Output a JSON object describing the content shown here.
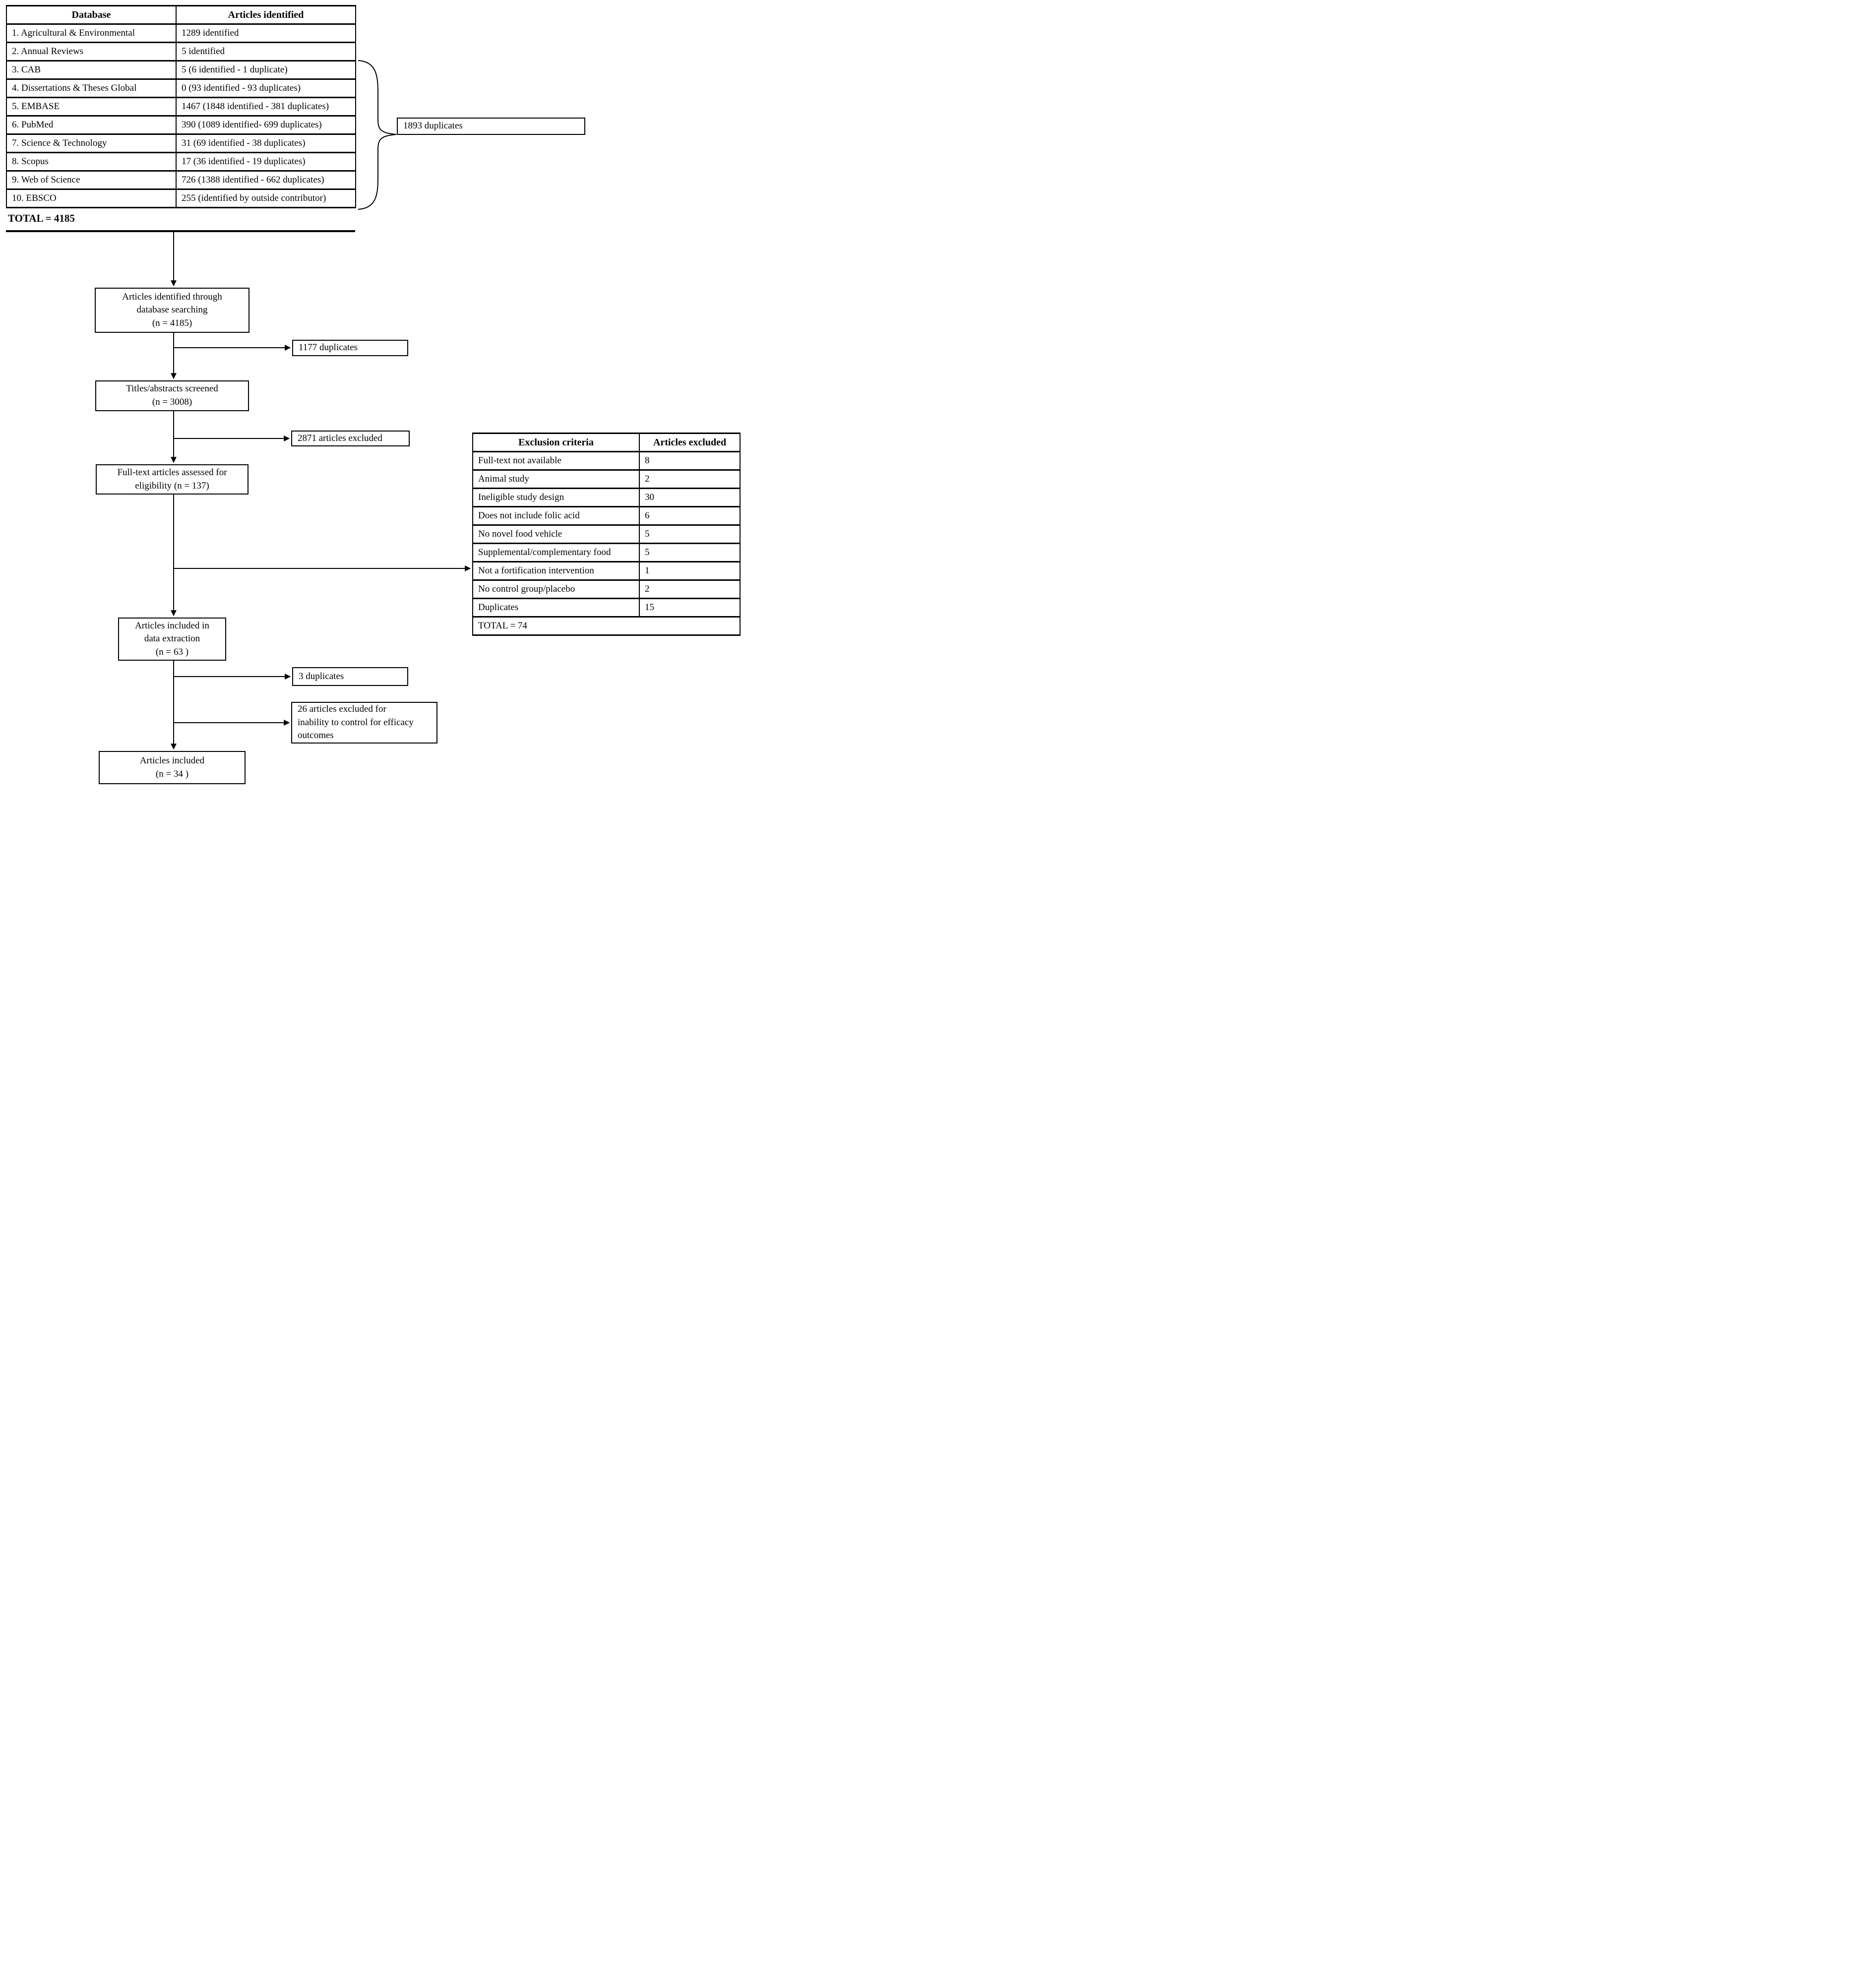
{
  "colors": {
    "ink": "#000000",
    "paper": "#ffffff"
  },
  "db_table": {
    "col_database": "Database",
    "col_articles": "Articles identified",
    "rows": [
      {
        "database": "1. Agricultural & Environmental",
        "articles": "1289 identified"
      },
      {
        "database": "2. Annual Reviews",
        "articles": "5 identified"
      },
      {
        "database": "3. CAB",
        "articles": "5 (6 identified - 1 duplicate)"
      },
      {
        "database": "4. Dissertations & Theses Global",
        "articles": "0 (93 identified - 93 duplicates)"
      },
      {
        "database": "5. EMBASE",
        "articles": "1467 (1848 identified - 381 duplicates)"
      },
      {
        "database": "6. PubMed",
        "articles": "390 (1089 identified- 699 duplicates)"
      },
      {
        "database": "7. Science & Technology",
        "articles": "31 (69 identified - 38 duplicates)"
      },
      {
        "database": "8. Scopus",
        "articles": "17 (36 identified - 19 duplicates)"
      },
      {
        "database": "9. Web of Science",
        "articles": "726 (1388 identified - 662 duplicates)"
      },
      {
        "database": "10. EBSCO",
        "articles": "255 (identified by outside contributor)"
      }
    ],
    "total": "TOTAL = 4185"
  },
  "dedupe_note": {
    "label": "1893 duplicates"
  },
  "flow": {
    "identified": "Articles identified through\ndatabase searching\n(n = 4185)",
    "duplicates_removed": "1177 duplicates",
    "screened": "Titles/abstracts screened\n(n = 3008)",
    "excluded_screening": "2871 articles excluded",
    "full_text": "Full-text articles assessed for\neligibility (n = 137)",
    "data_extraction": "Articles included in\ndata extraction\n(n = 63 )",
    "duplicates_extraction": "3 duplicates",
    "excluded_efficacy": "26 articles excluded for\ninability to control for efficacy\noutcomes",
    "included": "Articles included\n(n = 34 )"
  },
  "exclusion_table": {
    "col_criteria": "Exclusion criteria",
    "col_excluded": "Articles excluded",
    "rows": [
      {
        "criteria": "Full-text not available",
        "count": "8"
      },
      {
        "criteria": "Animal study",
        "count": "2"
      },
      {
        "criteria": "Ineligible study design",
        "count": "30"
      },
      {
        "criteria": "Does not include folic acid",
        "count": "6"
      },
      {
        "criteria": "No novel food vehicle",
        "count": "5"
      },
      {
        "criteria": "Supplemental/complementary food",
        "count": "5"
      },
      {
        "criteria": "Not a fortification intervention",
        "count": "1"
      },
      {
        "criteria": "No control group/placebo",
        "count": "2"
      },
      {
        "criteria": "Duplicates",
        "count": "15"
      }
    ],
    "total": "TOTAL = 74"
  }
}
